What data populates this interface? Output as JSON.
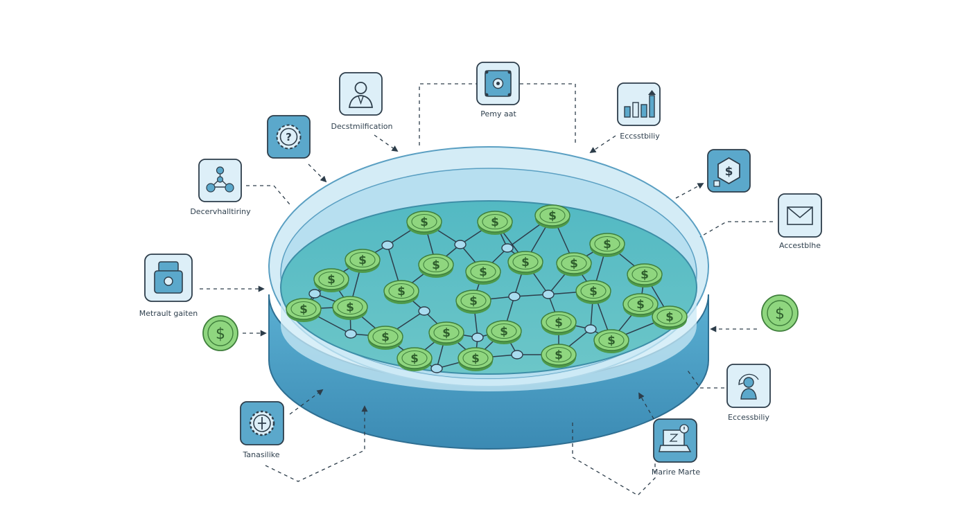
{
  "colors": {
    "tray_outer": "#4d9fc6",
    "tray_dark": "#3a88b0",
    "tray_rim": "#d4ecf6",
    "tray_inner": "#3fa7b6",
    "tray_floor": "#5fbfc4",
    "coin_fill": "#8fd67f",
    "coin_edge": "#4e9a4a",
    "node_fill": "#a9dcef",
    "connector": "#2d3d4a",
    "icon_dark_bg": "#5ba8cb",
    "icon_light_bg": "#ddeff8",
    "label_text": "#2e3f4d"
  },
  "diagram": {
    "subject": "network of dollar coins in a tray",
    "labels": {
      "decentralization_top": "Decstmilfication",
      "privacy_top": "Pemy aat",
      "accessibility_top_right": "Eccsstbiliy",
      "decentrality_left": "Decervhalltiriny",
      "accessibility_right": "Accestblhe",
      "metrics_left": "Metrault gaiten",
      "accessibility_lower_right": "Eccessbiliy",
      "transaction_bottom_left": "Tanasilike",
      "market_bottom_right": "Marire Marte"
    },
    "icons": [
      "person-icon",
      "chip-icon",
      "bar-chart-icon",
      "gear-question-icon",
      "dollar-shield-icon",
      "network-nodes-icon",
      "envelope-icon",
      "lock-icon",
      "dollar-coin-icon",
      "user-cycle-icon",
      "gear-icon",
      "laptop-icon"
    ]
  }
}
